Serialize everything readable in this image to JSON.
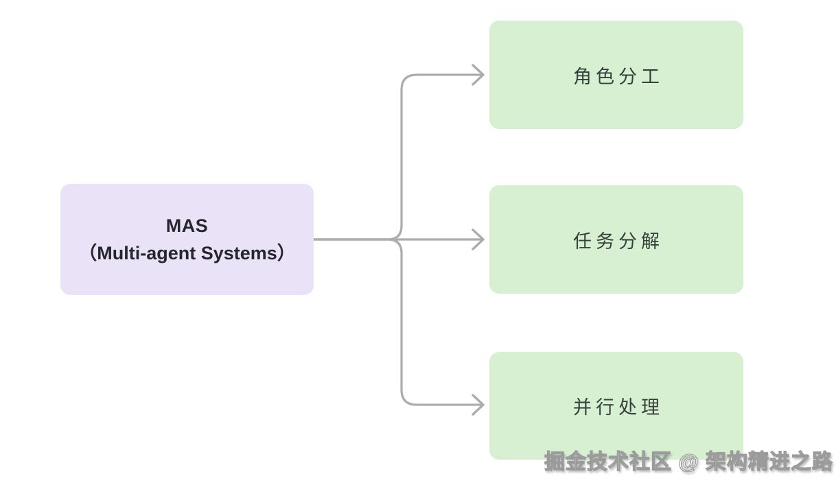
{
  "root_node": {
    "title": "MAS",
    "subtitle": "（Multi-agent Systems）"
  },
  "branches": [
    {
      "label": "角色分工"
    },
    {
      "label": "任务分解"
    },
    {
      "label": "并行处理"
    }
  ],
  "watermark": {
    "text": "掘金技术社区 @ 架构精进之路"
  },
  "colors": {
    "root_bg": "#EAE3F8",
    "root_text": "#26262E",
    "branch_bg": "#D7F0D2",
    "branch_text": "#35403A",
    "connector": "#ACACAC"
  }
}
